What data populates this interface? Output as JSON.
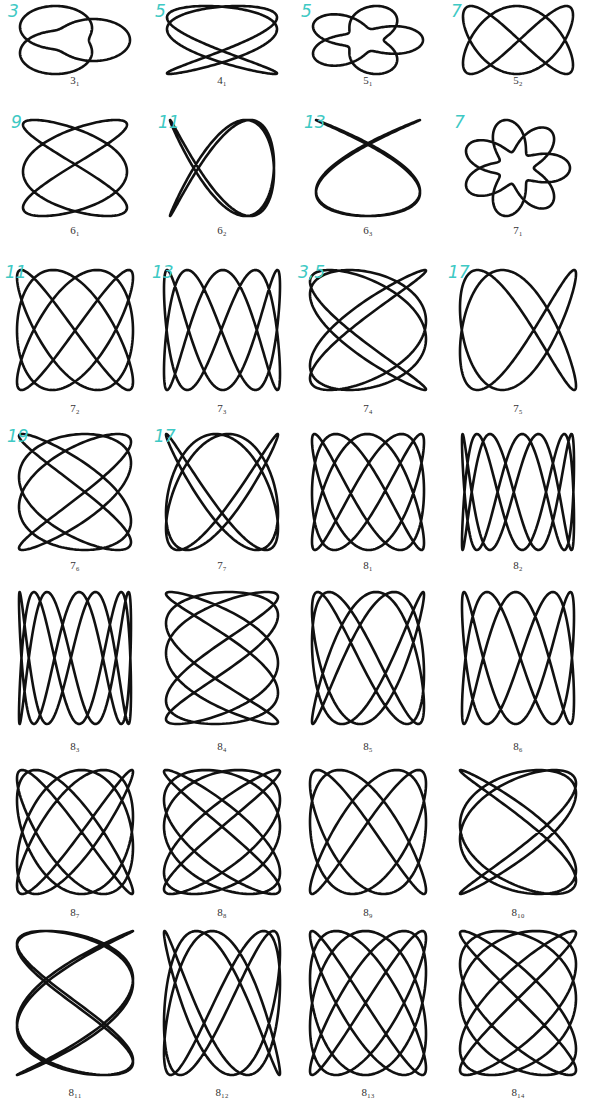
{
  "diagram": {
    "labels": [
      "3",
      "3₁",
      "5",
      "4₁",
      "5",
      "5₁",
      "7",
      "5₂",
      "9",
      "6₁",
      "11",
      "6₂",
      "13",
      "6₃",
      "7",
      "7₁",
      "11",
      "7₂",
      "13",
      "7₃",
      "3,5",
      "7₄",
      "17",
      "7₅",
      "19",
      "7₆",
      "17",
      "7₇",
      "8₁",
      "8₂",
      "8₃",
      "8₄",
      "8₅",
      "8₆",
      "8₇",
      "8₈",
      "8₉",
      "8₁₀",
      "8₁₁",
      "8₁₂",
      "8₁₃",
      "8₁₄"
    ]
  }
}
